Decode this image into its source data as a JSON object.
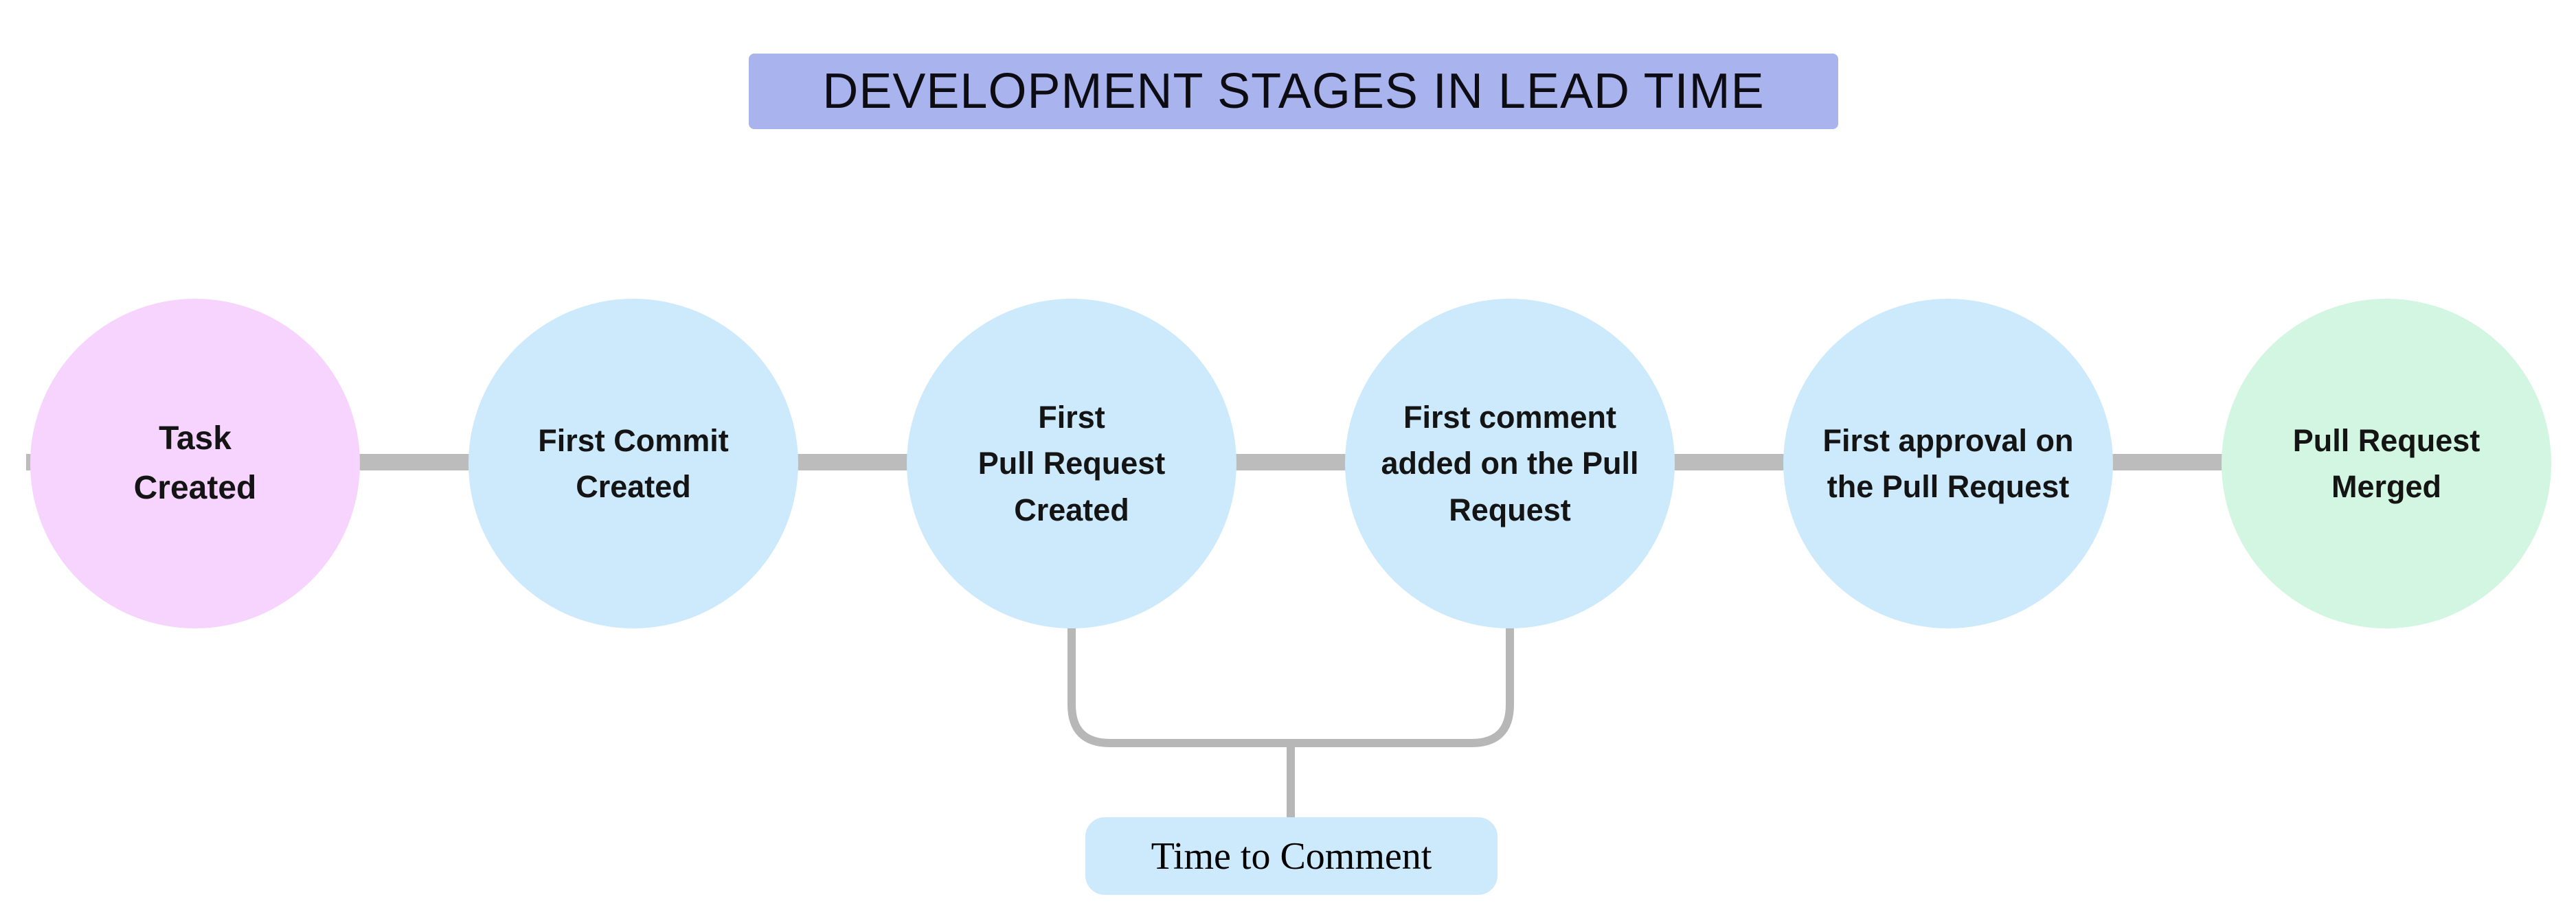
{
  "title": {
    "text": "DEVELOPMENT STAGES IN LEAD TIME",
    "bg": "#a9b3ee"
  },
  "stages": [
    {
      "label": "Task\nCreated",
      "color": "#f6d4fd"
    },
    {
      "label": "First Commit\nCreated",
      "color": "#cdeafc"
    },
    {
      "label": "First\nPull Request\nCreated",
      "color": "#cdeafc"
    },
    {
      "label": "First comment\nadded on the Pull\nRequest",
      "color": "#cdeafc"
    },
    {
      "label": "First approval on\nthe Pull Request",
      "color": "#cdeafc"
    },
    {
      "label": "Pull Request\nMerged",
      "color": "#d2f6e1"
    }
  ],
  "connector": {
    "color": "#bcbcbc"
  },
  "bracket": {
    "color": "#b7b7b7"
  },
  "annotation": {
    "label": "Time to Comment",
    "bg": "#cdeafc"
  }
}
